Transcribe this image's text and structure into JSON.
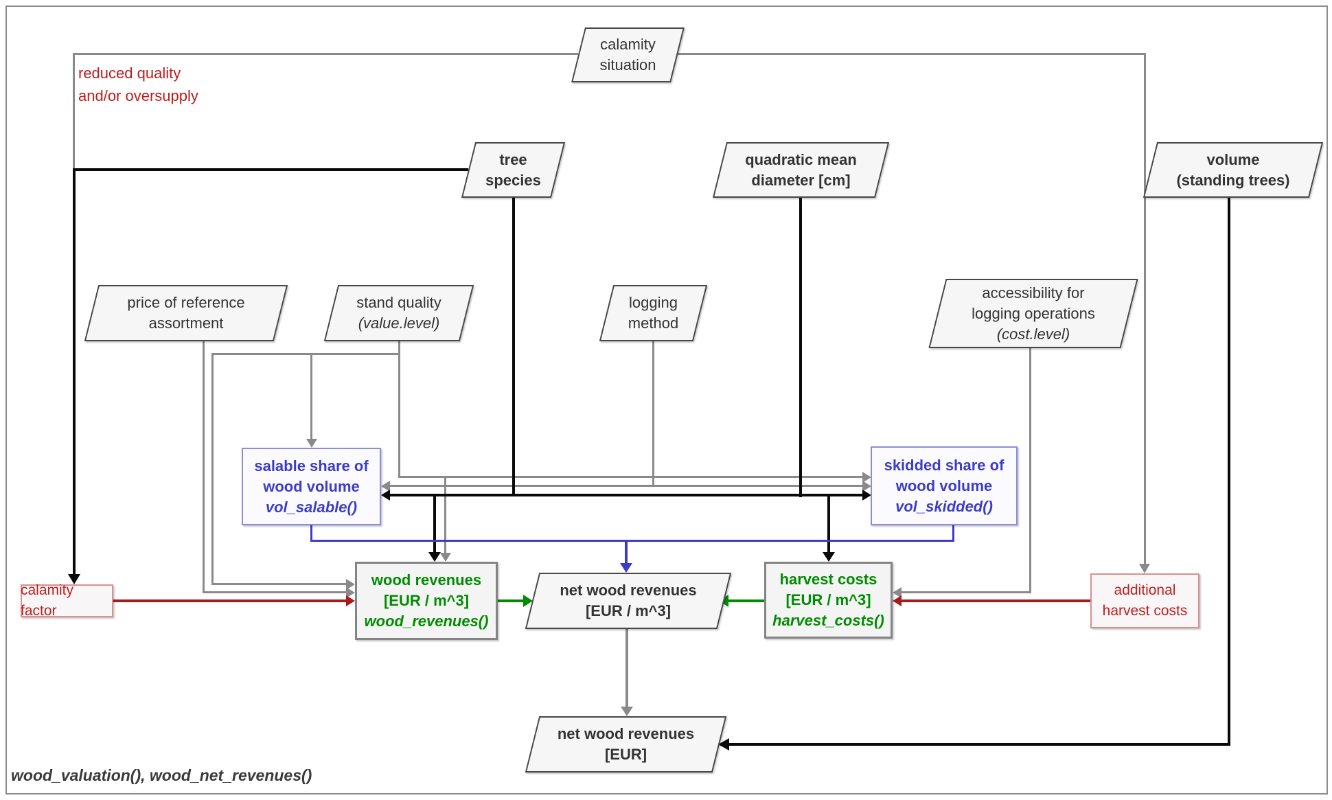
{
  "caption": "wood_valuation(), wood_net_revenues()",
  "annotation": {
    "line1": "reduced quality",
    "line2": "and/or oversupply"
  },
  "nodes": {
    "calamity_situation": {
      "lines": [
        "calamity",
        "situation"
      ]
    },
    "tree_species": {
      "lines": [
        "tree",
        "species"
      ]
    },
    "quadratic_mean_diameter": {
      "lines": [
        "quadratic mean",
        "diameter [cm]"
      ]
    },
    "volume_standing_trees": {
      "lines": [
        "volume",
        "(standing trees)"
      ]
    },
    "price_of_reference": {
      "lines": [
        "price of reference",
        "assortment"
      ]
    },
    "stand_quality": {
      "lines": [
        "stand quality",
        "(value.level)"
      ]
    },
    "logging_method": {
      "lines": [
        "logging",
        "method"
      ]
    },
    "accessibility": {
      "lines": [
        "accessibility for",
        "logging operations",
        "(cost.level)"
      ]
    },
    "vol_salable": {
      "lines": [
        "salable share of",
        "wood volume",
        "vol_salable()"
      ]
    },
    "vol_skidded": {
      "lines": [
        "skidded share of",
        "wood volume",
        "vol_skidded()"
      ]
    },
    "wood_revenues": {
      "lines": [
        "wood revenues",
        "[EUR / m^3]",
        "wood_revenues()"
      ]
    },
    "net_wood_revenues_m3": {
      "lines": [
        "net wood revenues",
        "[EUR / m^3]"
      ]
    },
    "harvest_costs": {
      "lines": [
        "harvest costs",
        "[EUR / m^3]",
        "harvest_costs()"
      ]
    },
    "calamity_factor": {
      "lines": [
        "calamity factor"
      ]
    },
    "additional_harvest_costs": {
      "lines": [
        "additional",
        "harvest costs"
      ]
    },
    "net_wood_revenues_eur": {
      "lines": [
        "net wood revenues",
        "[EUR]"
      ]
    }
  },
  "colors": {
    "edge_black": "#0a0a0a",
    "edge_gray": "#8a8a8a",
    "edge_blue": "#3c3cc8",
    "edge_red": "#ab1a1a",
    "edge_green": "#008c00",
    "text_blue": "#3c3cc8",
    "text_green": "#008c00",
    "text_red": "#bf2020",
    "node_fill": "#f6f6f6"
  }
}
